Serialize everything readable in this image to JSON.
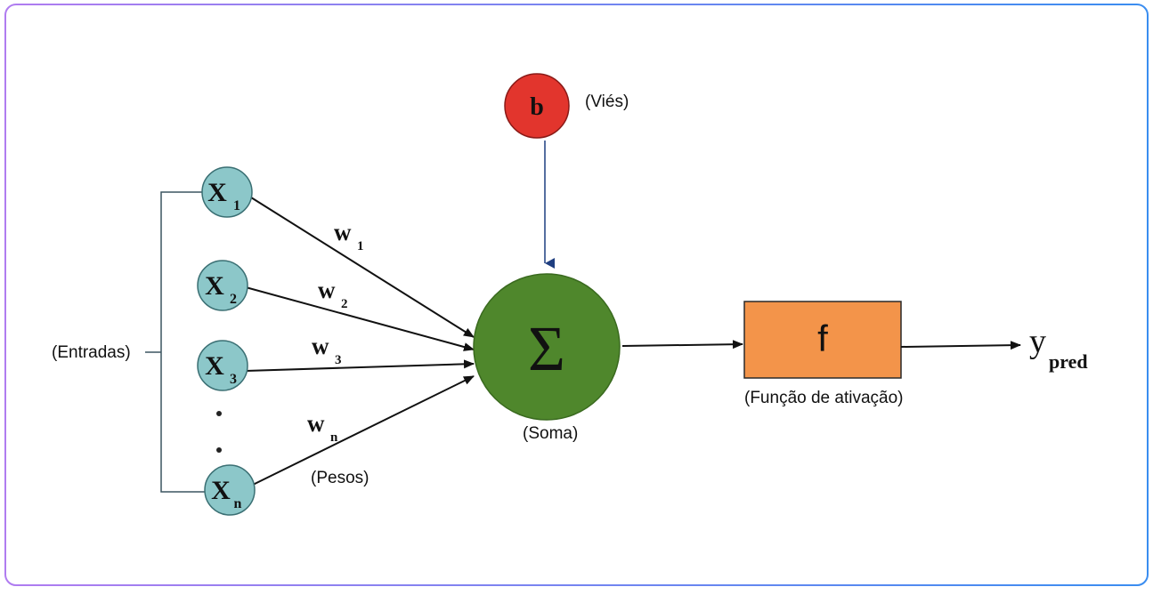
{
  "colors": {
    "input_node": "#8cc7c9",
    "input_stroke": "#3a6f73",
    "bias_node": "#e2352d",
    "sum_node": "#4f872c",
    "activation_box": "#f3944a",
    "border_gradient_start": "#b07cf0",
    "border_gradient_end": "#3a8df0"
  },
  "inputs": {
    "group_label": "(Entradas)",
    "nodes": [
      {
        "base": "X",
        "sub": "1"
      },
      {
        "base": "X",
        "sub": "2"
      },
      {
        "base": "X",
        "sub": "3"
      },
      {
        "base": "X",
        "sub": "n"
      }
    ]
  },
  "weights": {
    "items": [
      {
        "base": "w",
        "sub": "1"
      },
      {
        "base": "w",
        "sub": "2"
      },
      {
        "base": "w",
        "sub": "3"
      },
      {
        "base": "w",
        "sub": "n"
      }
    ],
    "group_label": "(Pesos)"
  },
  "bias": {
    "symbol": "b",
    "label": "(Viés)"
  },
  "sum": {
    "symbol": "Σ",
    "label": "(Soma)"
  },
  "activation": {
    "symbol": "f",
    "label": "(Função de ativação)"
  },
  "output": {
    "base": "y",
    "sub": "pred"
  },
  "icons": [
    "arrow-icon"
  ]
}
